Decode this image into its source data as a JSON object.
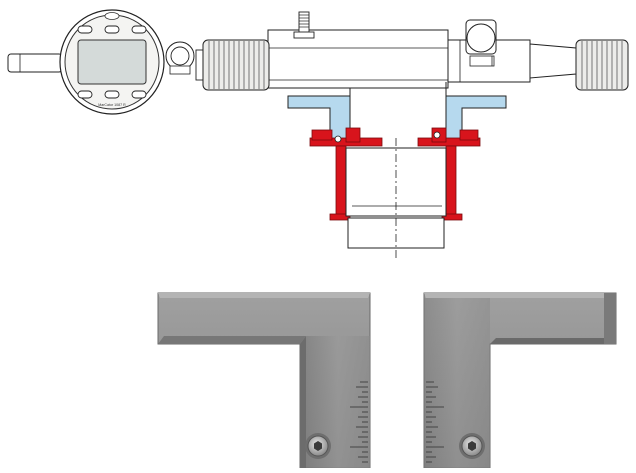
{
  "gauge": {
    "brand_label": "MarCator 1087 R",
    "display_color": "#d4dad9",
    "bezel_color": "#f4f4f2"
  },
  "colors": {
    "support": "#b6d9ee",
    "clamp": "#d8141c",
    "knurl": "#ececea",
    "photo_metal": "#8c8c8c",
    "photo_dark": "#5c5c5c"
  },
  "icons": {
    "dial_buttons": "rounded-button",
    "screw": "hex-socket-screw"
  },
  "photos": [
    {
      "name": "left-l-block",
      "scale_side": "right"
    },
    {
      "name": "right-l-block",
      "scale_side": "left"
    }
  ]
}
